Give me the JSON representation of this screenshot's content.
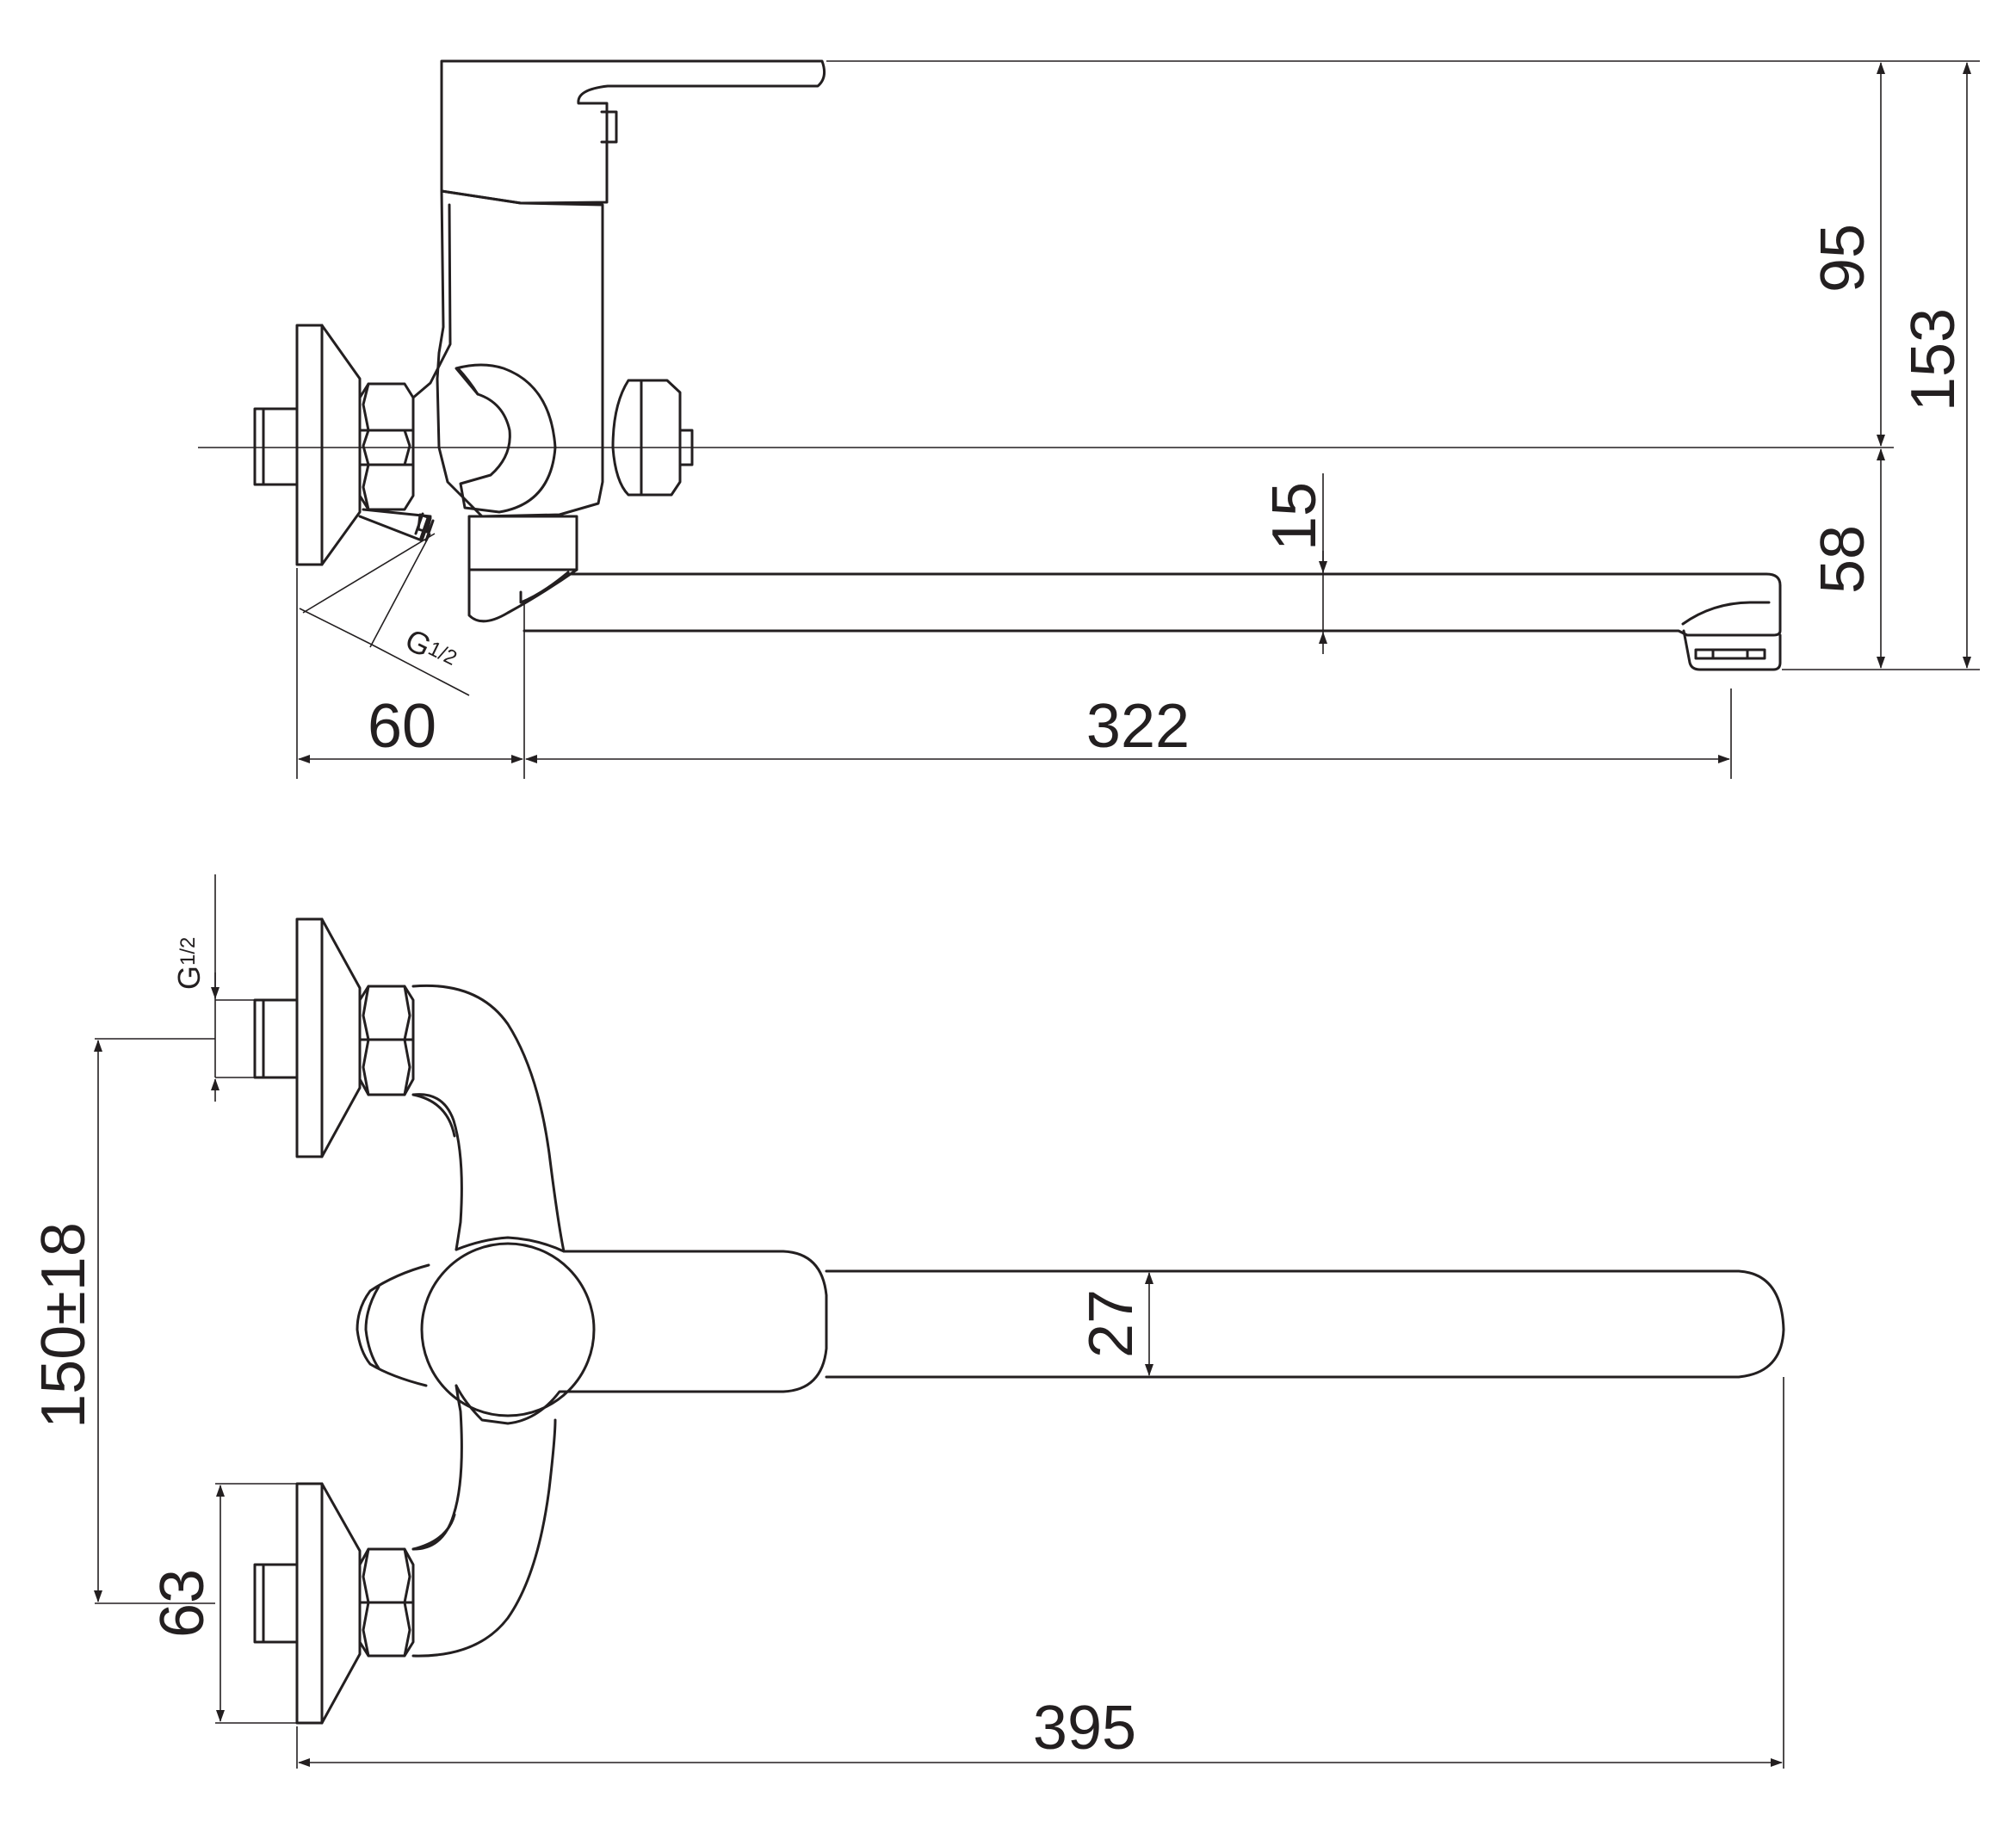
{
  "side_view": {
    "height_top": "95",
    "height_total": "153",
    "height_bottom": "58",
    "spout_thickness": "15",
    "wall_offset": "60",
    "spout_reach": "322",
    "thread_label_main": "G",
    "thread_label_fraction": "1/2"
  },
  "plan_view": {
    "thread_label_main": "G",
    "thread_label_fraction": "1/2",
    "center_distance": "150±18",
    "flange_width": "63",
    "spout_width": "27",
    "total_length": "395"
  },
  "colors": {
    "line": "#231f20",
    "background": "#ffffff"
  }
}
